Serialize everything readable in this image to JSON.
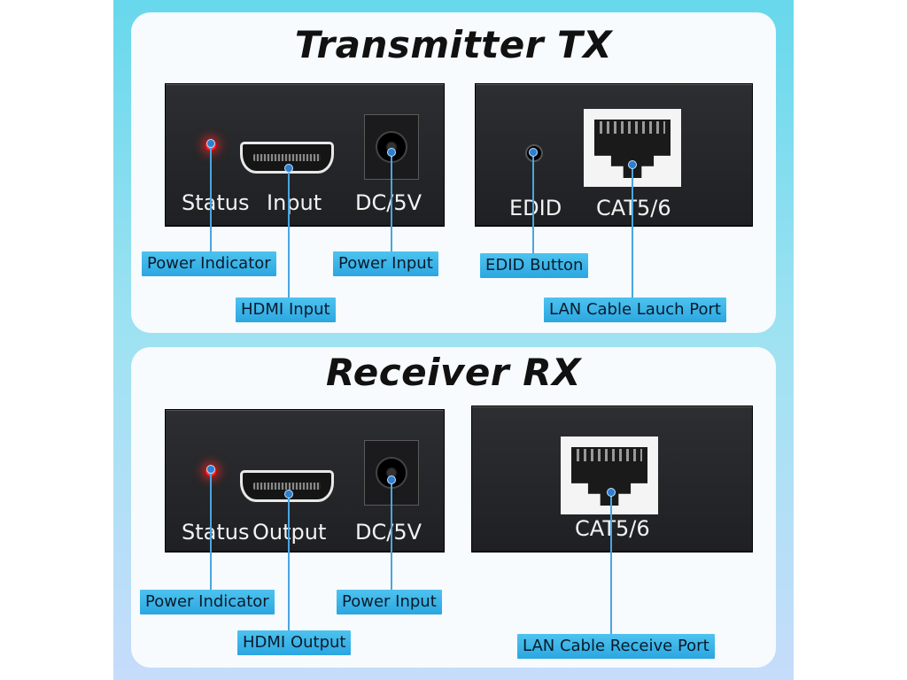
{
  "transmitter": {
    "title": "Transmitter TX",
    "front": {
      "status": "Status",
      "input": "Input",
      "dc": "DC/5V"
    },
    "back": {
      "edid": "EDID",
      "cat": "CAT5/6"
    },
    "callouts": {
      "power_indicator": "Power Indicator",
      "hdmi_input": "HDMI Input",
      "power_input": "Power Input",
      "edid_button": "EDID Button",
      "lan_port": "LAN Cable Lauch Port"
    }
  },
  "receiver": {
    "title": "Receiver RX",
    "front": {
      "status": "Status",
      "output": "Output",
      "dc": "DC/5V"
    },
    "back": {
      "cat": "CAT5/6"
    },
    "callouts": {
      "power_indicator": "Power Indicator",
      "hdmi_output": "HDMI Output",
      "power_input": "Power Input",
      "lan_port": "LAN Cable Receive Port"
    }
  },
  "colors": {
    "callout": "#2ba6e1",
    "leader": "#4aa6e0",
    "led": "#ff3030",
    "device": "#26272a"
  }
}
